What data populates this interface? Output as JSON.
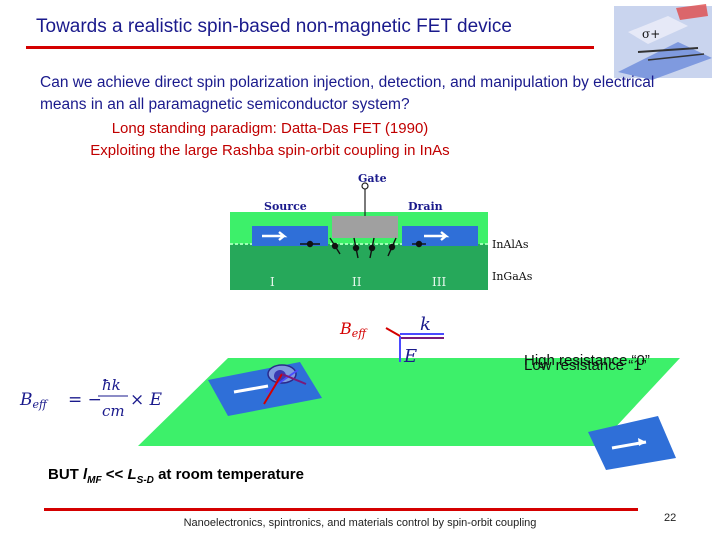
{
  "slide": {
    "title": "Towards a realistic spin-based non-magnetic FET device",
    "intro": "Can we achieve direct spin polarization injection, detection, and manipulation by electrical means in an all paramagnetic semiconductor system?",
    "paradigm": "Long standing paradigm: Datta-Das FET (1990)",
    "rashba": "Exploiting the large Rashba spin-orbit coupling in InAs",
    "diagram": {
      "gate": "Gate",
      "source": "Source",
      "drain": "Drain",
      "layer_top": "InAlAs",
      "layer_bottom": "InGaAs",
      "region1": "I",
      "region2": "II",
      "region3": "III"
    },
    "vectors": {
      "b_eff": "B",
      "b_eff_sub": "eff",
      "k": "k",
      "e": "E",
      "formula_lhs": "B",
      "formula_lhs_sub": "eff",
      "formula_eq": "= −",
      "formula_num": "ħk",
      "formula_den": "cm",
      "formula_times": "× E"
    },
    "high_resistance": "High resistance “0”",
    "low_resistance": "Low resistance “1”",
    "but_prefix": "BUT",
    "but_l1": "l",
    "but_l1_sub": "MF",
    "but_ineq": "<<",
    "but_l2": "L",
    "but_l2_sub": "S-D",
    "but_suffix": "at room temperature",
    "footer": "Nanoelectronics, spintronics, and materials control by spin-orbit coupling",
    "page_number": "22",
    "corner_sigma": "σ+"
  },
  "colors": {
    "title_blue": "#1a1a8c",
    "accent_red": "#d40000",
    "channel_green": "#3df06a",
    "contact_blue": "#2f6fd8"
  }
}
